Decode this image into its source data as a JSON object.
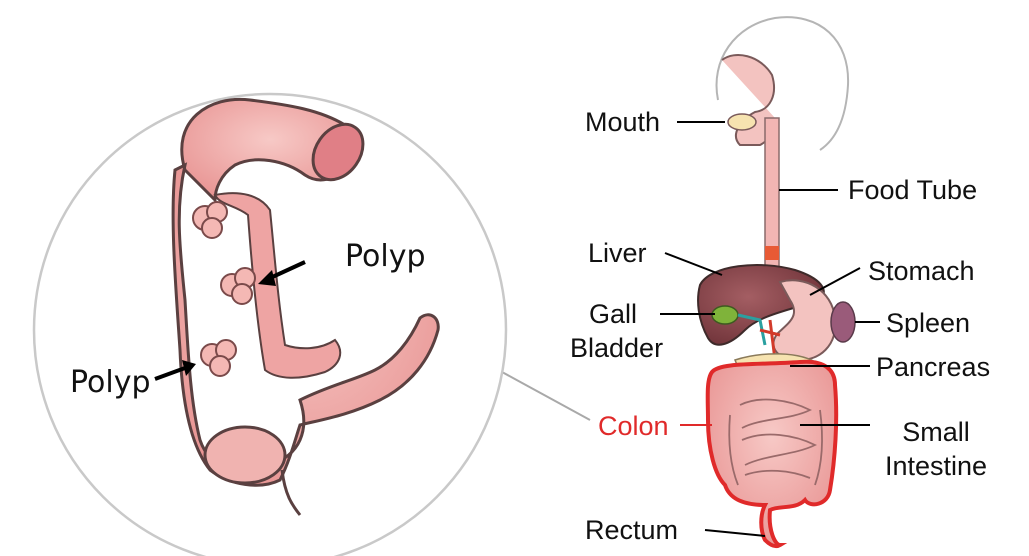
{
  "zoom_view": {
    "labels": {
      "polyp_upper": "Polyp",
      "polyp_lower": "Polyp"
    }
  },
  "anatomy": {
    "labels": {
      "mouth": "Mouth",
      "food_tube": "Food Tube",
      "liver": "Liver",
      "stomach": "Stomach",
      "gall_bladder": "Gall\nBladder",
      "spleen": "Spleen",
      "pancreas": "Pancreas",
      "colon": "Colon",
      "small_intestine": "Small\nIntestine",
      "rectum": "Rectum"
    },
    "colors": {
      "colon_highlight": "#e02a2a",
      "label_text": "#111111",
      "tissue": "#f2b5b3",
      "liver": "#8c4a4f",
      "gall_bladder": "#7fb33a",
      "connector": "#a9a9a9"
    }
  }
}
